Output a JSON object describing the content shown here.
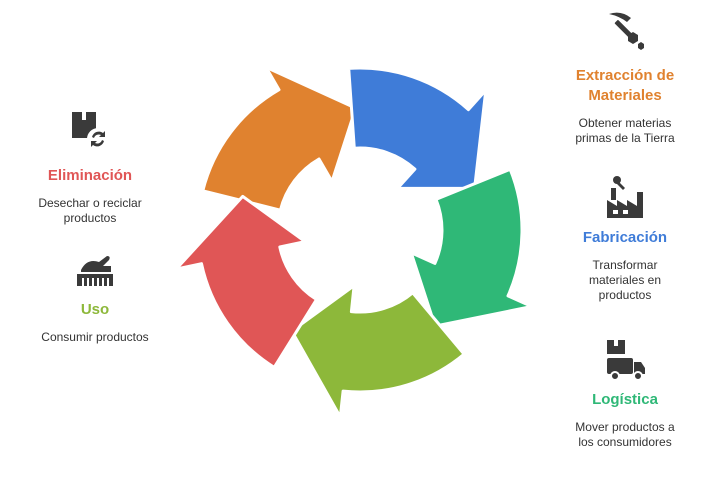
{
  "stages": [
    {
      "key": "extraccion",
      "title": "Extracción de\nMateriales",
      "desc": "Obtener materias\nprimas de la Tierra",
      "color": "#E0822F",
      "icon": "mining-pick-icon"
    },
    {
      "key": "fabricacion",
      "title": "Fabricación",
      "desc": "Transformar\nmateriales en\nproductos",
      "color": "#3F7CD8",
      "icon": "factory-robot-arm-icon"
    },
    {
      "key": "logistica",
      "title": "Logística",
      "desc": "Mover productos a\nlos consumidores",
      "color": "#2FB877",
      "icon": "delivery-truck-icon"
    },
    {
      "key": "uso",
      "title": "Uso",
      "desc": "Consumir productos",
      "color": "#8DB83A",
      "icon": "hand-using-product-icon"
    },
    {
      "key": "eliminacion",
      "title": "Eliminación",
      "desc": "Desechar o reciclar\nproductos",
      "color": "#E05656",
      "icon": "recycle-box-icon"
    }
  ]
}
